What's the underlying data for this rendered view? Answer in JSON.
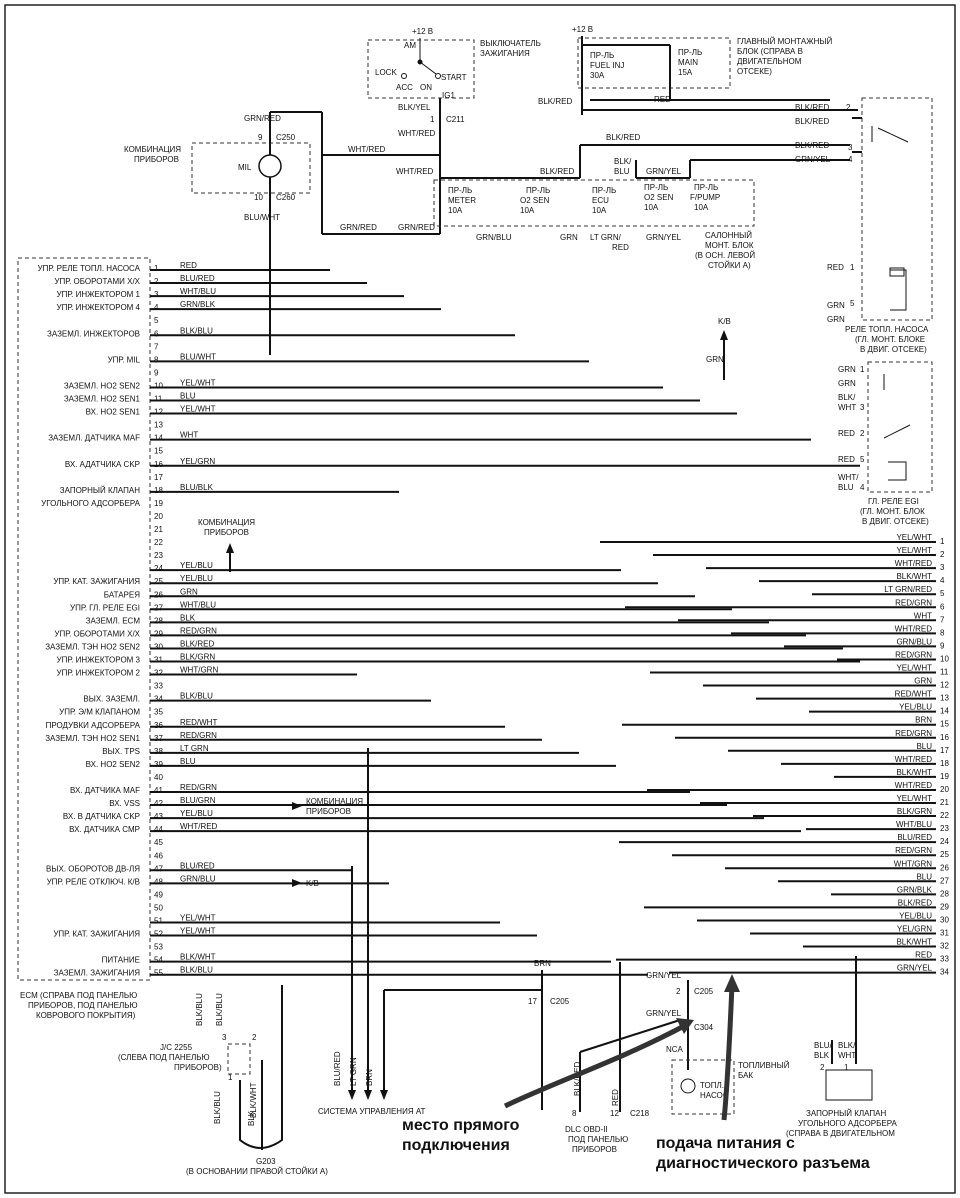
{
  "ignition_switch": {
    "supply": "+12 В",
    "title_lines": [
      "ВЫКЛЮЧАТЕЛЬ",
      "ЗАЖИГАНИЯ"
    ],
    "positions": [
      "AM",
      "LOCK",
      "ACC",
      "ON",
      "START",
      "IG1"
    ],
    "wire": "BLK/YEL",
    "connector_pin": "1",
    "connector": "C211",
    "out_wire": "WHT/RED"
  },
  "main_block": {
    "supply": "+12 В",
    "title_lines": [
      "ГЛАВНЫЙ МОНТАЖНЫЙ",
      "БЛОК (СПРАВА В",
      "ДВИГАТЕЛЬНОМ",
      "ОТСЕКЕ)"
    ],
    "fuses": [
      {
        "lines": [
          "ПР-ЛЬ",
          "FUEL INJ",
          "30A"
        ]
      },
      {
        "lines": [
          "ПР-ЛЬ",
          "MAIN",
          "15A"
        ]
      }
    ],
    "wires": [
      "BLK/RED",
      "RED"
    ]
  },
  "instrument_cluster": {
    "title_lines": [
      "КОМБИНАЦИЯ",
      "ПРИБОРОВ"
    ],
    "lamp": "MIL",
    "top_wire": "GRN/RED",
    "pin_top": "9",
    "conn_top": "C250",
    "pin_bottom": "10",
    "conn_bottom": "C260",
    "bottom_wire": "BLU/WHT"
  },
  "salon_block": {
    "title_lines": [
      "САЛОННЫЙ",
      "МОНТ. БЛОК",
      "(В ОСН. ЛЕВОЙ",
      "СТОЙКИ А)"
    ],
    "fuses": [
      {
        "lines": [
          "ПР-ЛЬ",
          "METER",
          "10A"
        ]
      },
      {
        "lines": [
          "ПР-ЛЬ",
          "O2 SEN",
          "10A"
        ]
      },
      {
        "lines": [
          "ПР-ЛЬ",
          "ECU",
          "10A"
        ]
      },
      {
        "lines": [
          "ПР-ЛЬ",
          "O2 SEN",
          "10A"
        ]
      },
      {
        "lines": [
          "ПР-ЛЬ",
          "F/PUMP",
          "10A"
        ]
      }
    ],
    "top_wires": [
      "WHT/RED",
      "WHT/RED",
      "BLK/RED",
      "BLK/RED",
      "BLK/",
      "BLU",
      "GRN/YEL"
    ],
    "bottom_wires": [
      "GRN/RED",
      "GRN/RED",
      "GRN/BLU",
      "GRN",
      "LT GRN/",
      "RED",
      "GRN/YEL"
    ]
  },
  "fuel_pump_relay": {
    "title_lines": [
      "РЕЛЕ ТОПЛ. НАСОСА",
      "(ГЛ. МОНТ. БЛОКЕ",
      "В ДВИГ. ОТСЕКЕ)"
    ],
    "pins": [
      {
        "wire": "BLK/RED",
        "pin": "2"
      },
      {
        "wire": "BLK/RED",
        "pin": ""
      },
      {
        "wire": "BLK/RED",
        "pin": "3"
      },
      {
        "wire": "GRN/YEL",
        "pin": "4"
      },
      {
        "wire": "RED",
        "pin": "1"
      },
      {
        "wire": "GRN",
        "pin": "5"
      },
      {
        "wire": "GRN",
        "pin": ""
      }
    ]
  },
  "egi_relay": {
    "title_lines": [
      "ГЛ. РЕЛЕ EGI",
      "(ГЛ. МОНТ. БЛОК",
      "В ДВИГ. ОТСЕКЕ)"
    ],
    "pins": [
      {
        "wire": "GRN",
        "pin": "1"
      },
      {
        "wire": "GRN",
        "pin": ""
      },
      {
        "wire": "BLK/",
        "pin": ""
      },
      {
        "wire": "WHT",
        "pin": "3"
      },
      {
        "wire": "RED",
        "pin": "2"
      },
      {
        "wire": "RED",
        "pin": "5"
      },
      {
        "wire": "WHT/",
        "pin": ""
      },
      {
        "wire": "BLU",
        "pin": "4"
      }
    ]
  },
  "kv": {
    "label": "K/B",
    "wire": "GRN"
  },
  "ecm": {
    "title_lines": [
      "ECM (СПРАВА ПОД ПАНЕЛЬЮ",
      "ПРИБОРОВ, ПОД ПАНЕЛЬЮ",
      "КОВРОВОГО ПОКРЫТИЯ)"
    ],
    "pins": [
      {
        "n": "1",
        "label": "УПР. РЕЛЕ ТОПЛ. НАСОСА",
        "wire": "RED"
      },
      {
        "n": "2",
        "label": "УПР. ОБОРОТАМИ Х/Х",
        "wire": "BLU/RED"
      },
      {
        "n": "3",
        "label": "УПР. ИНЖЕКТОРОМ 1",
        "wire": "WHT/BLU"
      },
      {
        "n": "4",
        "label": "УПР. ИНЖЕКТОРОМ 4",
        "wire": "GRN/BLK"
      },
      {
        "n": "5",
        "label": "",
        "wire": ""
      },
      {
        "n": "6",
        "label": "ЗАЗЕМЛ. ИНЖЕКТОРОВ",
        "wire": "BLK/BLU"
      },
      {
        "n": "7",
        "label": "",
        "wire": ""
      },
      {
        "n": "8",
        "label": "УПР. MIL",
        "wire": "BLU/WHT"
      },
      {
        "n": "9",
        "label": "",
        "wire": ""
      },
      {
        "n": "10",
        "label": "ЗАЗЕМЛ. HO2 SEN2",
        "wire": "YEL/WHT"
      },
      {
        "n": "11",
        "label": "ЗАЗЕМЛ. HO2 SEN1",
        "wire": "BLU"
      },
      {
        "n": "12",
        "label": "ВХ. HO2 SEN1",
        "wire": "YEL/WHT"
      },
      {
        "n": "13",
        "label": "",
        "wire": ""
      },
      {
        "n": "14",
        "label": "ЗАЗЕМЛ. ДАТЧИКА MAF",
        "wire": "WHT"
      },
      {
        "n": "15",
        "label": "",
        "wire": ""
      },
      {
        "n": "16",
        "label": "ВХ. АДАТЧИКА CKP",
        "wire": "YEL/GRN"
      },
      {
        "n": "17",
        "label": "",
        "wire": ""
      },
      {
        "n": "18",
        "label": "ЗАПОРНЫЙ КЛАПАН",
        "wire": "BLU/BLK"
      },
      {
        "n": "19",
        "label": "УГОЛЬНОГО АДСОРБЕРА",
        "wire": ""
      },
      {
        "n": "20",
        "label": "",
        "wire": ""
      },
      {
        "n": "21",
        "label": "",
        "wire": ""
      },
      {
        "n": "22",
        "label": "",
        "wire": ""
      },
      {
        "n": "23",
        "label": "",
        "wire": ""
      },
      {
        "n": "24",
        "label": "",
        "wire": "YEL/BLU"
      },
      {
        "n": "25",
        "label": "УПР. КАТ. ЗАЖИГАНИЯ",
        "wire": "YEL/BLU"
      },
      {
        "n": "26",
        "label": "БАТАРЕЯ",
        "wire": "GRN"
      },
      {
        "n": "27",
        "label": "УПР. ГЛ. РЕЛЕ EGI",
        "wire": "WHT/BLU"
      },
      {
        "n": "28",
        "label": "ЗАЗЕМЛ. ECM",
        "wire": "BLK"
      },
      {
        "n": "29",
        "label": "УПР. ОБОРОТАМИ Х/Х",
        "wire": "RED/GRN"
      },
      {
        "n": "30",
        "label": "ЗАЗЕМЛ. ТЭН HO2 SEN2",
        "wire": "BLK/RED"
      },
      {
        "n": "31",
        "label": "УПР. ИНЖЕКТОРОМ 3",
        "wire": "BLK/GRN"
      },
      {
        "n": "32",
        "label": "УПР. ИНЖЕКТОРОМ 2",
        "wire": "WHT/GRN"
      },
      {
        "n": "33",
        "label": "",
        "wire": ""
      },
      {
        "n": "34",
        "label": "ВЫХ. ЗАЗЕМЛ.",
        "wire": "BLK/BLU"
      },
      {
        "n": "35",
        "label": "УПР. Э/М КЛАПАНОМ",
        "wire": ""
      },
      {
        "n": "36",
        "label": "ПРОДУВКИ АДСОРБЕРА",
        "wire": "RED/WHT"
      },
      {
        "n": "37",
        "label": "ЗАЗЕМЛ. ТЭН HO2 SEN1",
        "wire": "RED/GRN"
      },
      {
        "n": "38",
        "label": "ВЫХ. TPS",
        "wire": "LT GRN"
      },
      {
        "n": "39",
        "label": "ВХ. HO2 SEN2",
        "wire": "BLU"
      },
      {
        "n": "40",
        "label": "",
        "wire": ""
      },
      {
        "n": "41",
        "label": "ВХ. ДАТЧИКА MAF",
        "wire": "RED/GRN"
      },
      {
        "n": "42",
        "label": "ВХ. VSS",
        "wire": "BLU/GRN"
      },
      {
        "n": "43",
        "label": "ВХ. В ДАТЧИКА CKP",
        "wire": "YEL/BLU"
      },
      {
        "n": "44",
        "label": "ВХ. ДАТЧИКА CMP",
        "wire": "WHT/RED"
      },
      {
        "n": "45",
        "label": "",
        "wire": ""
      },
      {
        "n": "46",
        "label": "",
        "wire": ""
      },
      {
        "n": "47",
        "label": "ВЫХ. ОБОРОТОВ ДВ-ЛЯ",
        "wire": "BLU/RED"
      },
      {
        "n": "48",
        "label": "УПР. РЕЛЕ ОТКЛЮЧ. К/В",
        "wire": "GRN/BLU"
      },
      {
        "n": "49",
        "label": "",
        "wire": ""
      },
      {
        "n": "50",
        "label": "",
        "wire": ""
      },
      {
        "n": "51",
        "label": "",
        "wire": "YEL/WHT"
      },
      {
        "n": "52",
        "label": "УПР. КАТ. ЗАЖИГАНИЯ",
        "wire": "YEL/WHT"
      },
      {
        "n": "53",
        "label": "",
        "wire": ""
      },
      {
        "n": "54",
        "label": "ПИТАНИЕ",
        "wire": "BLK/WHT"
      },
      {
        "n": "55",
        "label": "ЗАЗЕМЛ. ЗАЖИГАНИЯ",
        "wire": "BLK/BLU"
      }
    ],
    "cluster_arrow_lines": [
      "КОМБИНАЦИЯ",
      "ПРИБОРОВ"
    ],
    "vss_arrow_lines": [
      "КОМБИНАЦИЯ",
      "ПРИБОРОВ"
    ],
    "kv_arrow": "K/B"
  },
  "dlc_pins": [
    {
      "n": "1",
      "wire": "YEL/WHT"
    },
    {
      "n": "2",
      "wire": "YEL/WHT"
    },
    {
      "n": "3",
      "wire": "WHT/RED"
    },
    {
      "n": "4",
      "wire": "BLK/WHT"
    },
    {
      "n": "5",
      "wire": "LT GRN/RED"
    },
    {
      "n": "6",
      "wire": "RED/GRN"
    },
    {
      "n": "7",
      "wire": "WHT"
    },
    {
      "n": "8",
      "wire": "WHT/RED"
    },
    {
      "n": "9",
      "wire": "GRN/BLU"
    },
    {
      "n": "10",
      "wire": "RED/GRN"
    },
    {
      "n": "11",
      "wire": "YEL/WHT"
    },
    {
      "n": "12",
      "wire": "GRN"
    },
    {
      "n": "13",
      "wire": "RED/WHT"
    },
    {
      "n": "14",
      "wire": "YEL/BLU"
    },
    {
      "n": "15",
      "wire": "BRN"
    },
    {
      "n": "16",
      "wire": "RED/GRN"
    },
    {
      "n": "17",
      "wire": "BLU"
    },
    {
      "n": "18",
      "wire": "WHT/RED"
    },
    {
      "n": "19",
      "wire": "BLK/WHT"
    },
    {
      "n": "20",
      "wire": "WHT/RED"
    },
    {
      "n": "21",
      "wire": "YEL/WHT"
    },
    {
      "n": "22",
      "wire": "BLK/GRN"
    },
    {
      "n": "23",
      "wire": "WHT/BLU"
    },
    {
      "n": "24",
      "wire": "BLU/RED"
    },
    {
      "n": "25",
      "wire": "RED/GRN"
    },
    {
      "n": "26",
      "wire": "WHT/GRN"
    },
    {
      "n": "27",
      "wire": "BLU"
    },
    {
      "n": "28",
      "wire": "GRN/BLK"
    },
    {
      "n": "29",
      "wire": "BLK/RED"
    },
    {
      "n": "30",
      "wire": "YEL/BLU"
    },
    {
      "n": "31",
      "wire": "YEL/GRN"
    },
    {
      "n": "32",
      "wire": "BLK/WHT"
    },
    {
      "n": "33",
      "wire": "RED"
    },
    {
      "n": "34",
      "wire": "GRN/YEL"
    }
  ],
  "c205": {
    "pin_left": "17",
    "pin_right": "2",
    "name": "C205",
    "wire": "BRN",
    "wire2": "GRN/YEL"
  },
  "c304": {
    "wire": "GRN/YEL",
    "name": "C304",
    "wire2": "NCA"
  },
  "fuel_pump": {
    "title": "ТОПЛИВНЫЙ",
    "title2": "БАК",
    "pump_lines": [
      "ТОПЛ.",
      "НАСОС"
    ]
  },
  "canister_valve": {
    "wires": [
      "BLU/",
      "BLK",
      "BLK/",
      "WHT"
    ],
    "pins": [
      "2",
      "1"
    ],
    "title_lines": [
      "ЗАПОРНЫЙ КЛАПАН",
      "УГОЛЬНОГО АДСОРБЕРА",
      "(СПРАВА В ДВИГАТЕЛЬНОМ"
    ]
  },
  "jc": {
    "title_lines": [
      "J/C 2255",
      "(СЛЕВА ПОД ПАНЕЛЬЮ",
      "ПРИБОРОВ)"
    ],
    "wires": [
      "BLK/BLU",
      "BLK/BLU"
    ],
    "pins": [
      "3",
      "2",
      "1"
    ]
  },
  "ground": {
    "name": "G203",
    "note": "(В ОСНОВАНИИ ПРАВОЙ СТОЙКИ А)",
    "wires": [
      "BLK/BLU",
      "BLK",
      "BLK/WHT"
    ]
  },
  "at_system": {
    "label": "СИСТЕМА УПРАВЛЕНИЯ АТ",
    "wires": [
      "BLU/RED",
      "LT GRN",
      "BRN"
    ]
  },
  "dlc": {
    "lines": [
      "DLC OBD-II",
      "ПОД ПАНЕЛЬЮ",
      "ПРИБОРОВ"
    ],
    "pin_a": "8",
    "pin_b": "12",
    "conn": "C218",
    "wires": [
      "BLK/RED",
      "RED"
    ]
  },
  "annotations": {
    "direct": [
      "место прямого",
      "подключения"
    ],
    "power": [
      "подача питания с",
      "диагностического разъема"
    ]
  }
}
